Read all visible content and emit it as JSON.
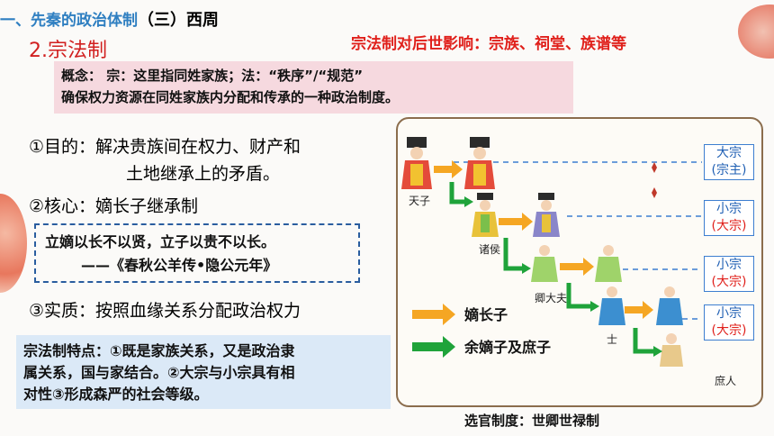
{
  "header": {
    "part1": "一、先秦的政治体制",
    "part2": "（三）西周"
  },
  "influence": "宗法制对后世影响：宗族、祠堂、族谱等",
  "section_title": "2.宗法制",
  "concept": {
    "line1": "概念：  宗：这里指同姓家族；法：“秩序”/“规范”",
    "line2": "确保权力资源在同姓家族内分配和传承的一种政治制度。"
  },
  "purpose": {
    "line1": "①目的：解决贵族间在权力、财产和",
    "line2": "土地继承上的矛盾。"
  },
  "core": "②核心：嫡长子继承制",
  "quote": {
    "line1": "立嫡以长不以贤，立子以贵不以长。",
    "line2": "——《春秋公羊传•隐公元年》"
  },
  "essence": "③实质：按照血缘关系分配政治权力",
  "features": {
    "line1": "宗法制特点：①既是家族关系，又是政治隶",
    "line2": "属关系，国与家结合。②大宗与小宗具有相",
    "line3": "对性③形成森严的社会等级。"
  },
  "diagram": {
    "ranks": [
      "天子",
      "诸侯",
      "卿大夫",
      "士",
      "庶人"
    ],
    "boxes": [
      {
        "top": "大宗",
        "bottom": "(宗主)"
      },
      {
        "top": "小宗",
        "bottom": "(大宗)"
      },
      {
        "top": "小宗",
        "bottom": "(大宗)"
      },
      {
        "top": "小宗",
        "bottom": "(大宗)"
      }
    ],
    "legend": {
      "orange": "嫡长子",
      "green": "余嫡子及庶子"
    },
    "colors": {
      "orange": "#f5a623",
      "green": "#1fa33a",
      "dash": "#3d7ed0"
    }
  },
  "bottom_caption": "选官制度：世卿世禄制"
}
